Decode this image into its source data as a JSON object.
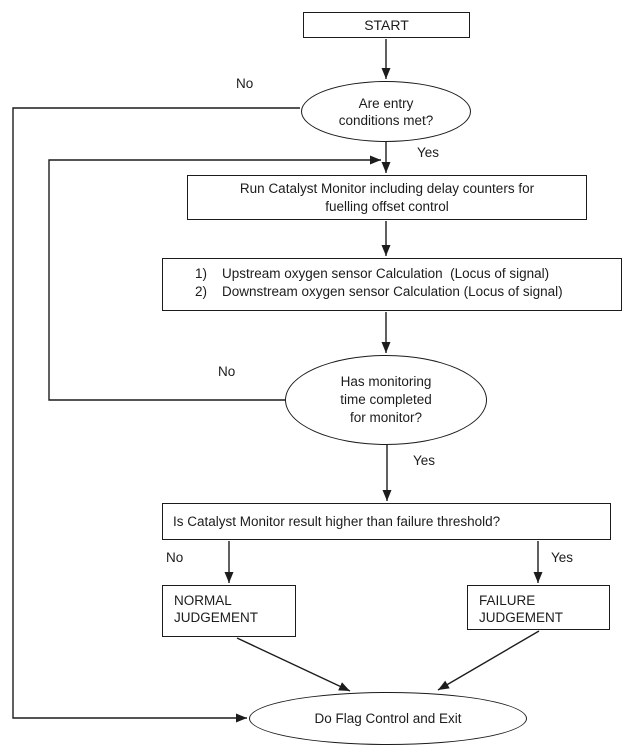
{
  "diagram_type": "flowchart",
  "colors": {
    "line": "#1c1c1c",
    "text": "#1c1c1c",
    "background": "#ffffff"
  },
  "nodes": {
    "start": {
      "label": "START",
      "shape": "rect"
    },
    "entry_decision": {
      "label": "Are entry conditions met?",
      "shape": "ellipse"
    },
    "run_monitor": {
      "label": "Run Catalyst Monitor including delay counters for fuelling offset control",
      "shape": "rect"
    },
    "sensor_calc": {
      "shape": "rect",
      "line1": "1)    Upstream oxygen sensor Calculation  (Locus of signal)",
      "line2": "2)    Downstream oxygen sensor Calculation (Locus of signal)"
    },
    "time_decision": {
      "label": "Has monitoring time completed for monitor?",
      "shape": "ellipse"
    },
    "threshold_decision": {
      "label": "Is Catalyst Monitor result higher than failure threshold?",
      "shape": "rect"
    },
    "normal_judgement": {
      "label": "NORMAL JUDGEMENT",
      "shape": "rect"
    },
    "failure_judgement": {
      "label": "FAILURE JUDGEMENT",
      "shape": "rect"
    },
    "flag_control_exit": {
      "label": "Do Flag Control and Exit",
      "shape": "ellipse"
    }
  },
  "edge_labels": {
    "entry_no": "No",
    "entry_yes": "Yes",
    "time_no": "No",
    "time_yes": "Yes",
    "threshold_no": "No",
    "threshold_yes": "Yes"
  }
}
